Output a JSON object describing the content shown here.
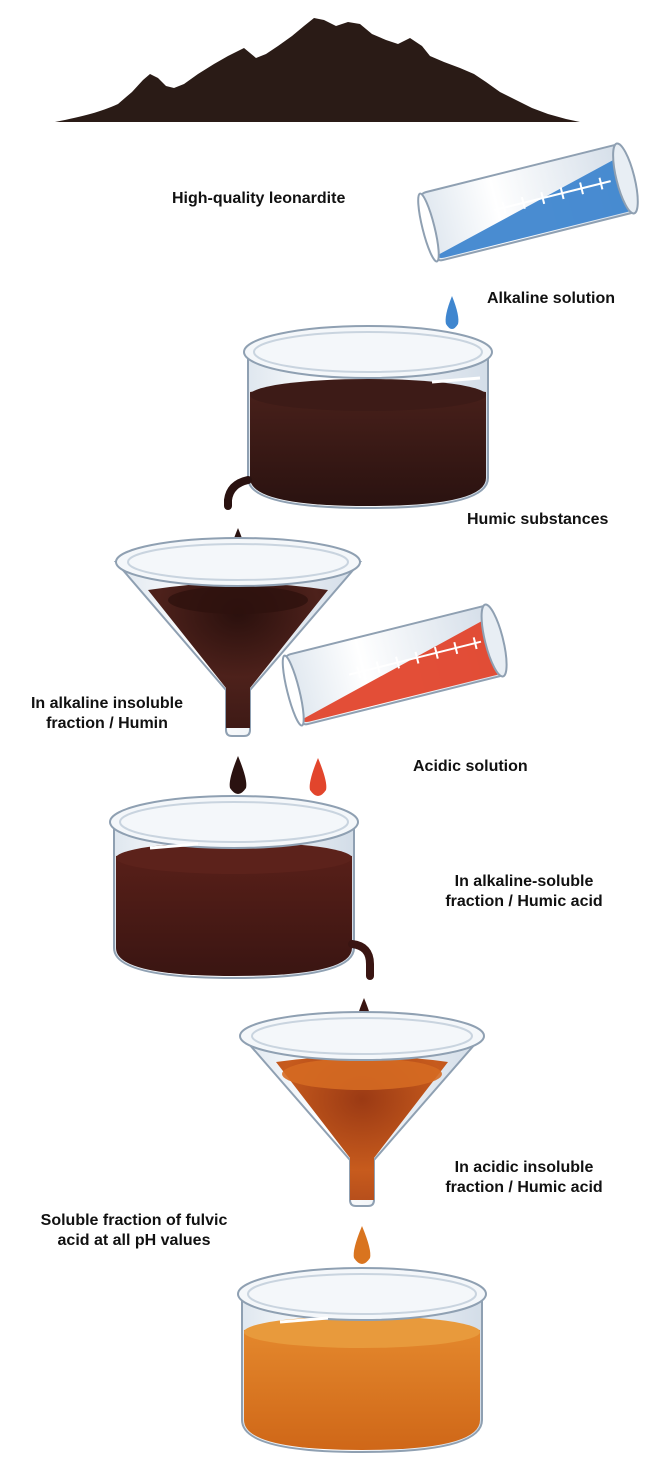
{
  "labels": {
    "leonardite": "High-quality leonardite",
    "alkaline_solution": "Alkaline solution",
    "humic_substances": "Humic substances",
    "humin_line1": "In alkaline insoluble",
    "humin_line2": "fraction / Humin",
    "acidic_solution": "Acidic solution",
    "soluble_humic_line1": "In alkaline-soluble",
    "soluble_humic_line2": "fraction / Humic acid",
    "insoluble_humic_line1": "In acidic insoluble",
    "insoluble_humic_line2": "fraction / Humic acid",
    "fulvic_line1": "Soluble fraction of fulvic",
    "fulvic_line2": "acid at all pH values"
  },
  "colors": {
    "leonardite": "#2a1b16",
    "alkaline": "#3f86cf",
    "humic_substances": "#3a1a16",
    "humin_drop": "#3a1a16",
    "acidic": "#e2452c",
    "humic_acid": "#4a1c17",
    "fulvic": "#d9741f",
    "glass": "#eef3f8",
    "glass_edge": "#8fa0b2"
  }
}
